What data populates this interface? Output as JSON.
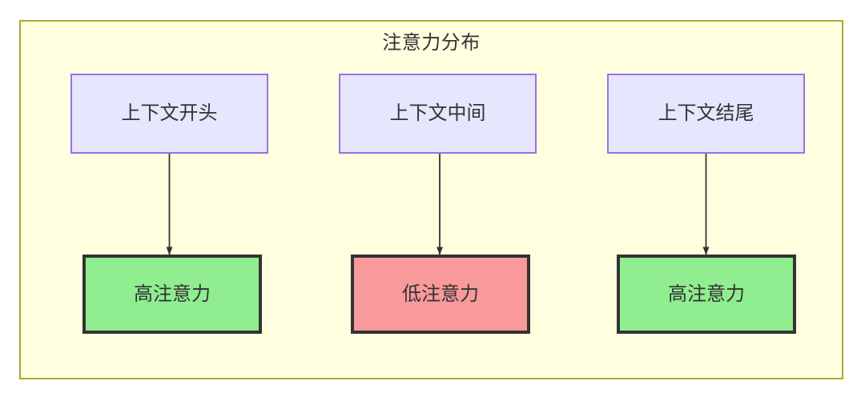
{
  "diagram": {
    "type": "flowchart",
    "title": "注意力分布",
    "container": {
      "fill_color": "#ffffe0",
      "border_color": "#aaaa33"
    },
    "columns": [
      {
        "id": "col1",
        "source": {
          "label": "上下文开头",
          "fill_color": "#e6e6ff",
          "border_color": "#9673e6"
        },
        "target": {
          "label": "高注意力",
          "fill_color": "#90ee90",
          "border_color": "#333333"
        },
        "edge": {
          "style": "solid-arrow",
          "color": "#333333"
        }
      },
      {
        "id": "col2",
        "source": {
          "label": "上下文中间",
          "fill_color": "#e6e6ff",
          "border_color": "#9673e6"
        },
        "target": {
          "label": "低注意力",
          "fill_color": "#f8999b",
          "border_color": "#333333"
        },
        "edge": {
          "style": "solid-arrow",
          "color": "#333333"
        }
      },
      {
        "id": "col3",
        "source": {
          "label": "上下文结尾",
          "fill_color": "#e6e6ff",
          "border_color": "#9673e6"
        },
        "target": {
          "label": "高注意力",
          "fill_color": "#90ee90",
          "border_color": "#333333"
        },
        "edge": {
          "style": "solid-arrow",
          "color": "#333333"
        }
      }
    ]
  }
}
